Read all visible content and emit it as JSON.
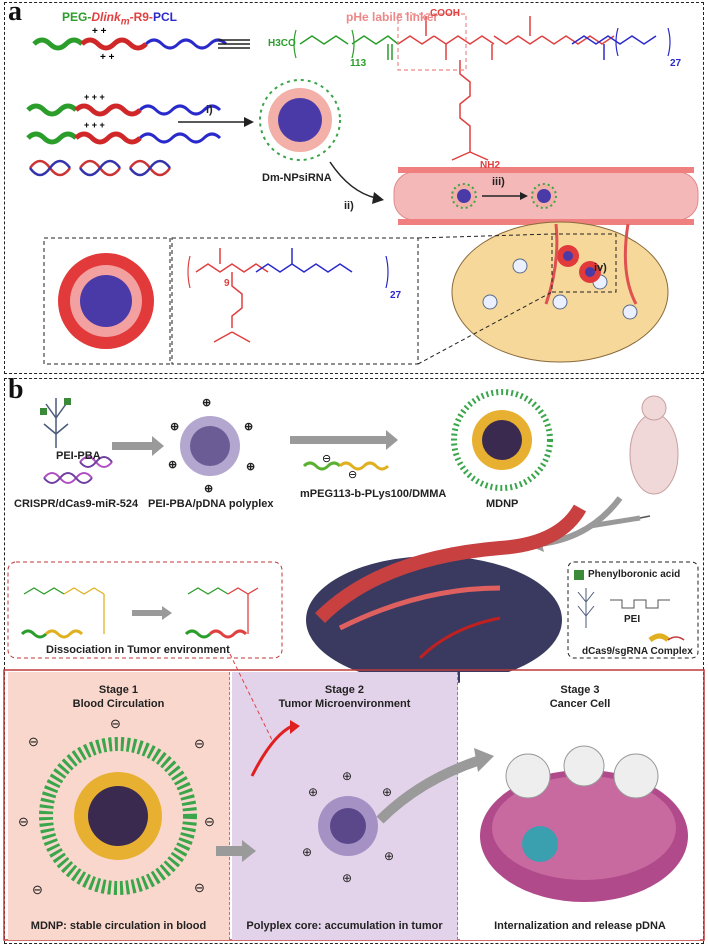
{
  "panel_a": {
    "label": "a",
    "polymer_prefix": "PEG-",
    "polymer_mid": "Dlink",
    "polymer_mid_sub": "m",
    "polymer_suffix_r9": "-R9-",
    "polymer_suffix_pcl": "PCL",
    "linker_label": "pHe labile linker",
    "cooh": "COOH",
    "peg_repeat": "113",
    "pcl_repeat": "27",
    "h3co": "H3CO",
    "nh2": "NH2",
    "step_i": "i)",
    "step_ii": "ii)",
    "step_iii": "iii)",
    "step_iv": "iv)",
    "np_label": "Dm-NPsiRNA",
    "inset_pcl_repeat": "27",
    "inset_r_repeat": "9"
  },
  "panel_b": {
    "label": "b",
    "pei_pba": "PEI-PBA",
    "crispr": "CRISPR/dCas9-miR-524",
    "polyplex": "PEI-PBA/pDNA polyplex",
    "mpeg": "mPEG113-b-PLys100/DMMA",
    "mdnp": "MDNP",
    "dissociation": "Dissociation in Tumor environment",
    "legend_pba": "Phenylboronic acid",
    "legend_pei": "PEI",
    "legend_complex": "dCas9/sgRNA Complex",
    "stage1_title": "Stage 1",
    "stage1_sub": "Blood Circulation",
    "stage1_cap": "MDNP: stable circulation in blood",
    "stage2_title": "Stage 2",
    "stage2_sub": "Tumor Microenvironment",
    "stage2_cap": "Polyplex core: accumulation in tumor",
    "stage3_title": "Stage 3",
    "stage3_sub": "Cancer Cell",
    "stage3_cap": "Internalization and release pDNA"
  },
  "colors": {
    "peg": "#2a9d2a",
    "linker": "#e04040",
    "pcl": "#2a2acc",
    "vessel": "#f4b8b8",
    "stage1_bg": "#f9d7cc",
    "stage2_bg": "#e3d3ea"
  }
}
